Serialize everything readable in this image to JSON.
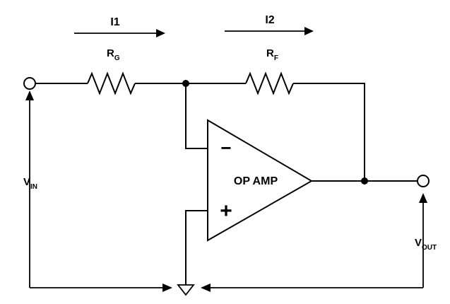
{
  "diagram": {
    "currents": {
      "i1": "I1",
      "i2": "I2"
    },
    "resistors": {
      "rg": {
        "main": "R",
        "sub": "G"
      },
      "rf": {
        "main": "R",
        "sub": "F"
      }
    },
    "opamp": {
      "label": "OP AMP",
      "inverting_symbol": "−",
      "noninverting_symbol": "+"
    },
    "input": {
      "main": "V",
      "sub": "IN"
    },
    "output": {
      "main": "V",
      "sub": "OUT"
    }
  }
}
